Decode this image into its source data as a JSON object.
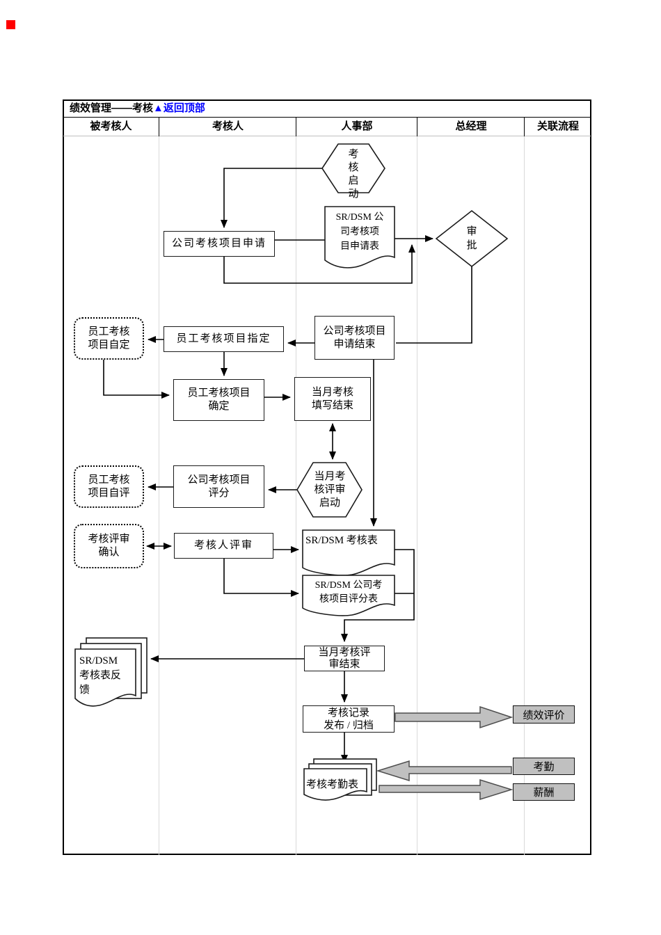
{
  "header": {
    "title": "绩效管理——考核",
    "back_to_top": "▲返回顶部",
    "columns": [
      "被考核人",
      "考核人",
      "人事部",
      "总经理",
      "关联流程"
    ]
  },
  "nodes": {
    "assess_start": "考\n核\n启\n动",
    "company_project_apply": "公司考核项目申请",
    "srdsm_apply_form": "SR/DSM 公\n司考核项\n目申请表",
    "approve": "审\n批",
    "company_apply_end": "公司考核项目\n申请结束",
    "emp_self_define": "员工考核\n项目自定",
    "emp_assign": "员工考核项目指定",
    "emp_confirm": "员工考核项目\n确定",
    "month_fill_end": "当月考核\n填写结束",
    "month_review_start": "当月考\n核评审\n启动",
    "company_score": "公司考核项目\n评分",
    "emp_self_eval": "员工考核\n项目自评",
    "review_confirm": "考核评审\n确认",
    "reviewer_review": "考核人评审",
    "srdsm_form": "SR/DSM 考核表",
    "srdsm_score_form": "SR/DSM 公司考\n核项目评分表",
    "month_review_end": "当月考核评\n审结束",
    "srdsm_feedback": "SR/DSM\n考核表反\n馈",
    "record_publish": "考核记录\n发布 / 归档",
    "attendance_form": "考核考勤表"
  },
  "related": {
    "performance": "绩效评价",
    "attendance": "考勤",
    "salary": "薪酬"
  },
  "colors": {
    "back_link_blue": "#0000ff",
    "marker_red": "#ff0000",
    "related_fill": "#c0c0c0",
    "line_black": "#000000",
    "separator_gray": "#d9d9d9"
  }
}
